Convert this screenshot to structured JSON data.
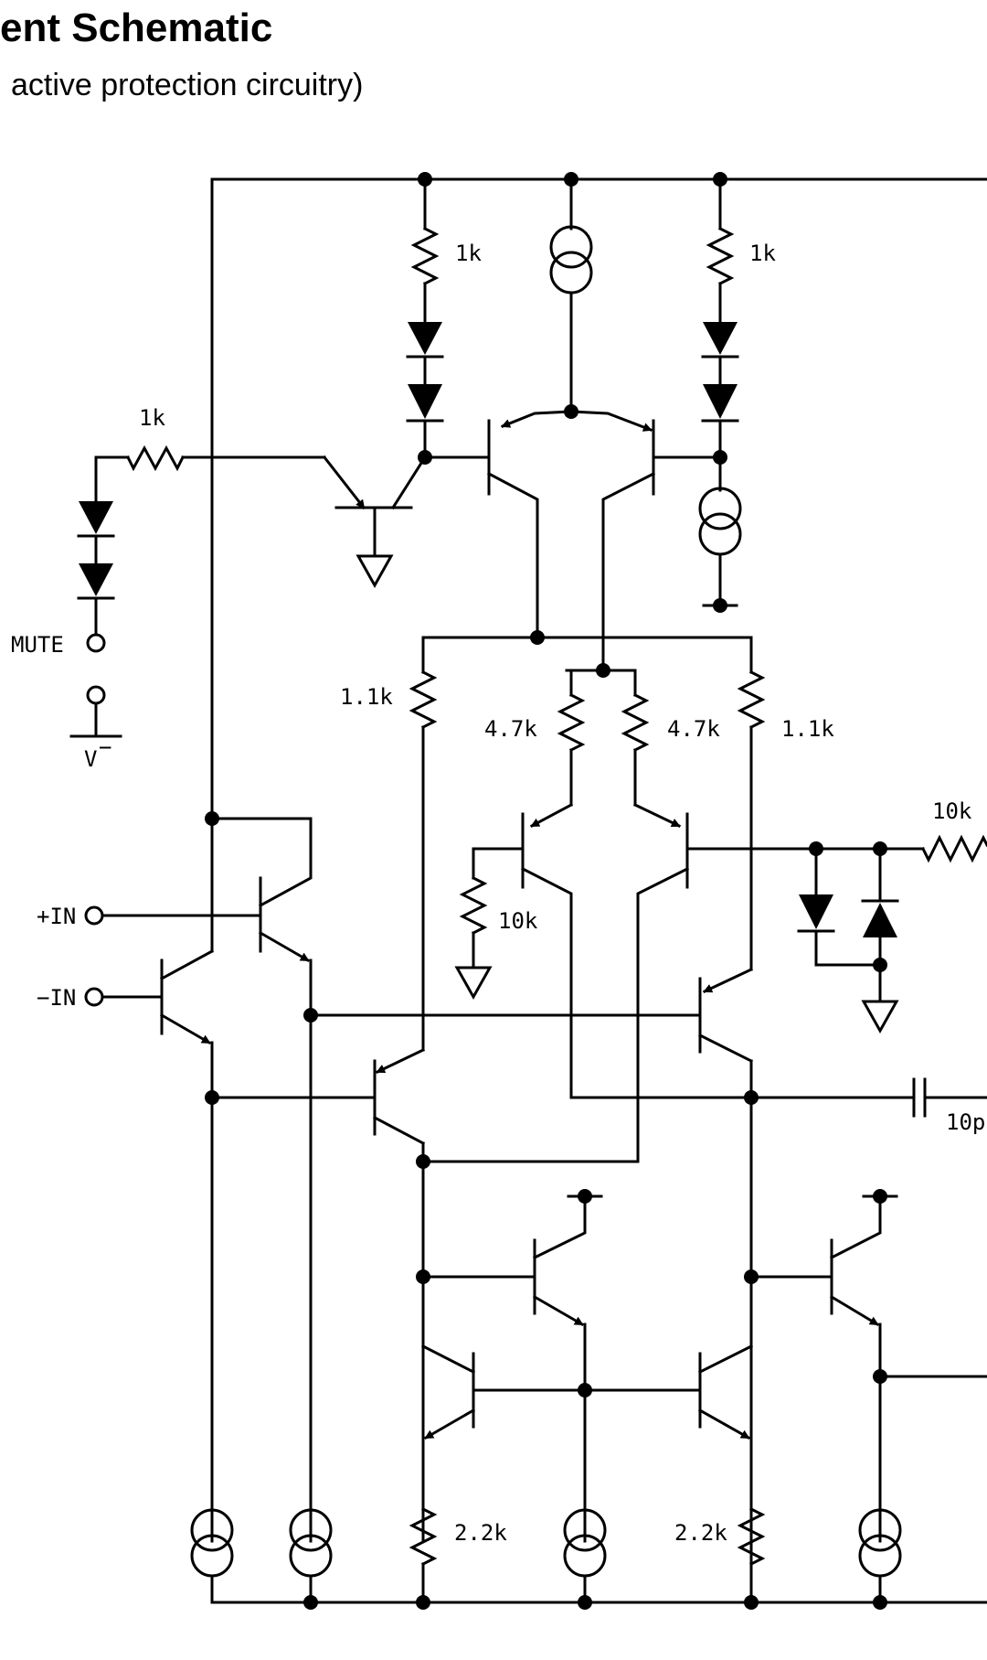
{
  "header": {
    "title": "ent Schematic",
    "subtitle": " active protection circuitry)"
  },
  "labels": {
    "r_top_left": "1k",
    "r_top_right": "1k",
    "r_mute": "1k",
    "r_mid_left": "1.1k",
    "r_mid_right": "1.1k",
    "r_diff_left": "4.7k",
    "r_diff_right": "4.7k",
    "r_bias": "10k",
    "r_out": "10k",
    "r_bottom_left": "2.2k",
    "r_bottom_right": "2.2k",
    "cap": "10p"
  },
  "pins": {
    "mute": "MUTE",
    "vminus": "V",
    "vminus_sup": "−",
    "inp": "+IN",
    "inm": "−IN"
  }
}
